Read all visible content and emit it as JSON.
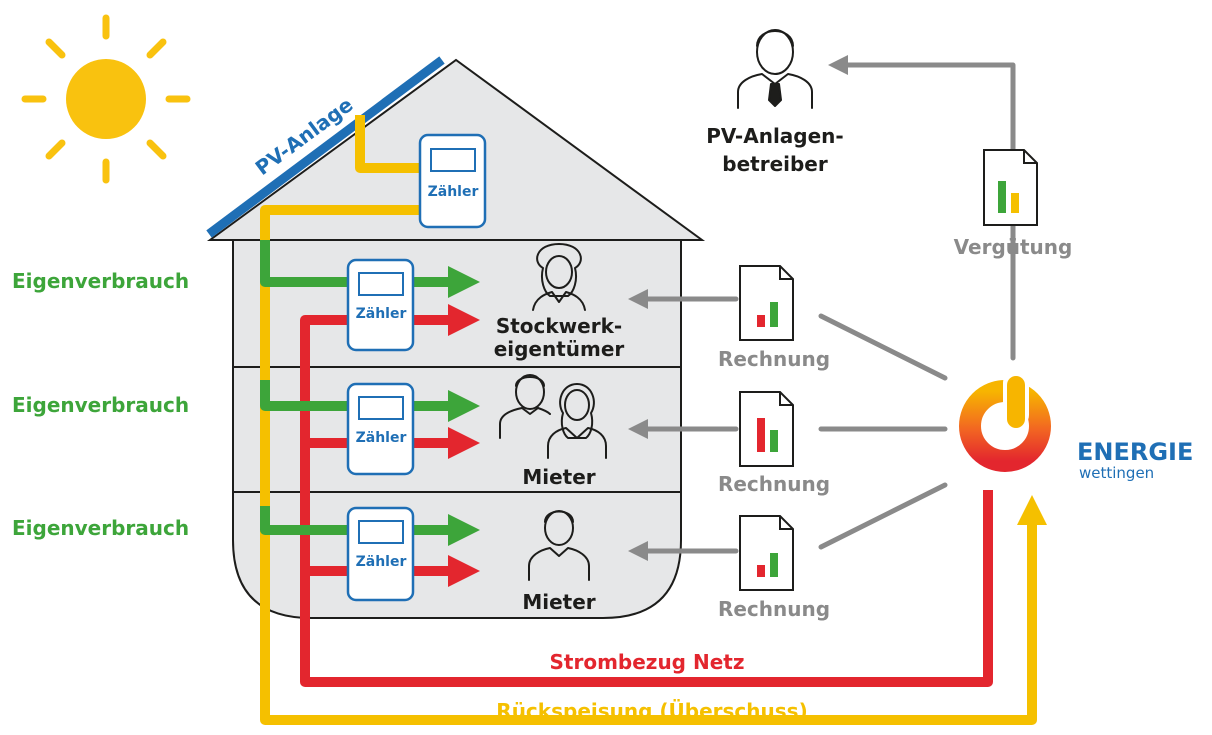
{
  "labels": {
    "pv_system": "PV-Anlage",
    "operator": [
      "PV-Anlagen-",
      "betreiber"
    ],
    "compensation": "Vergütung",
    "self_consumption": [
      "Eigenverbrauch",
      "Eigenverbrauch",
      "Eigenverbrauch"
    ],
    "meter": [
      "Zähler",
      "Zähler",
      "Zähler",
      "Zähler"
    ],
    "floors": [
      [
        "Stockwerk-",
        "eigentümer"
      ],
      [
        "Mieter"
      ],
      [
        "Mieter"
      ]
    ],
    "invoice": [
      "Rechnung",
      "Rechnung",
      "Rechnung"
    ],
    "grid_supply": "Strombezug Netz",
    "feed_in": "Rückspeisung (Überschuss)",
    "brand": "ENERGIE",
    "brand_sub": "wettingen"
  },
  "colors": {
    "sun": "#f9c20f",
    "pv_panel": "#1f6fb5",
    "house": "#e6e7e8",
    "pv_flow": "#f5c000",
    "self_consumption": "#3da53a",
    "grid": "#e3262e",
    "billing": "#8a8a8a",
    "meter": "#1f6fb5"
  }
}
